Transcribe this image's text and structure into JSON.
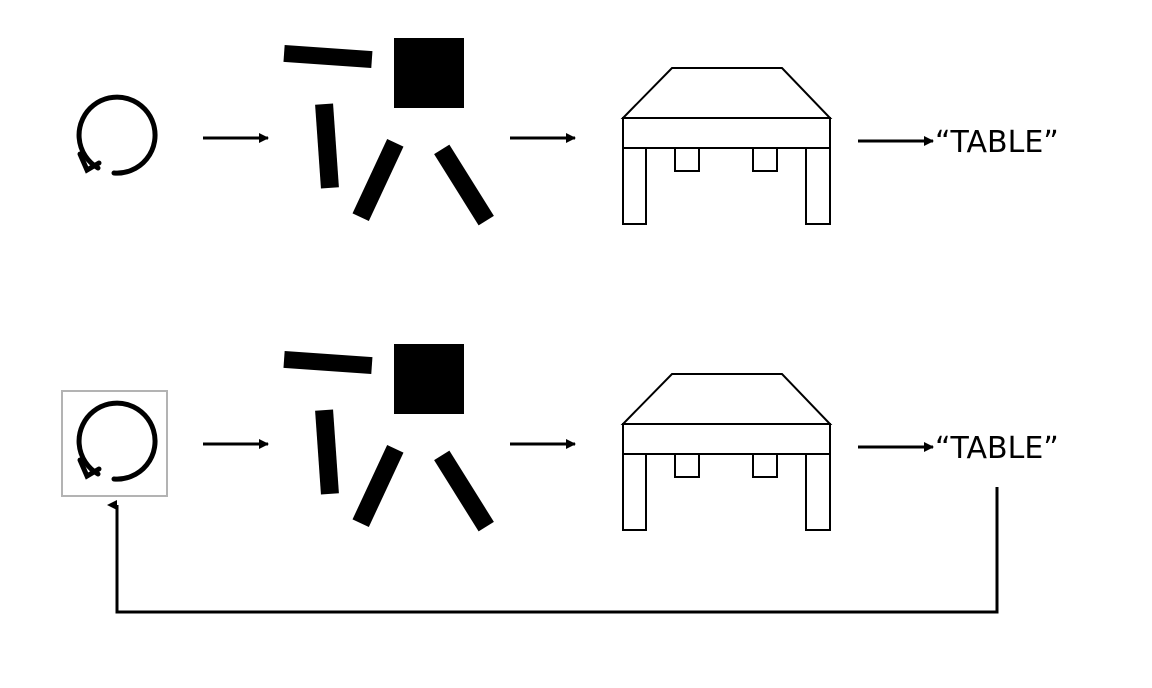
{
  "diagram": {
    "rows": [
      {
        "id": "row-1",
        "output_label": "“TABLE”",
        "feedback": false
      },
      {
        "id": "row-2",
        "output_label": "“TABLE”",
        "feedback": true
      }
    ],
    "colors": {
      "ink": "#000000",
      "highlight_box": "#b3b3b3",
      "background": "#ffffff"
    },
    "icons": [
      "cycle-icon",
      "scattered-parts-icon",
      "table-icon"
    ]
  }
}
